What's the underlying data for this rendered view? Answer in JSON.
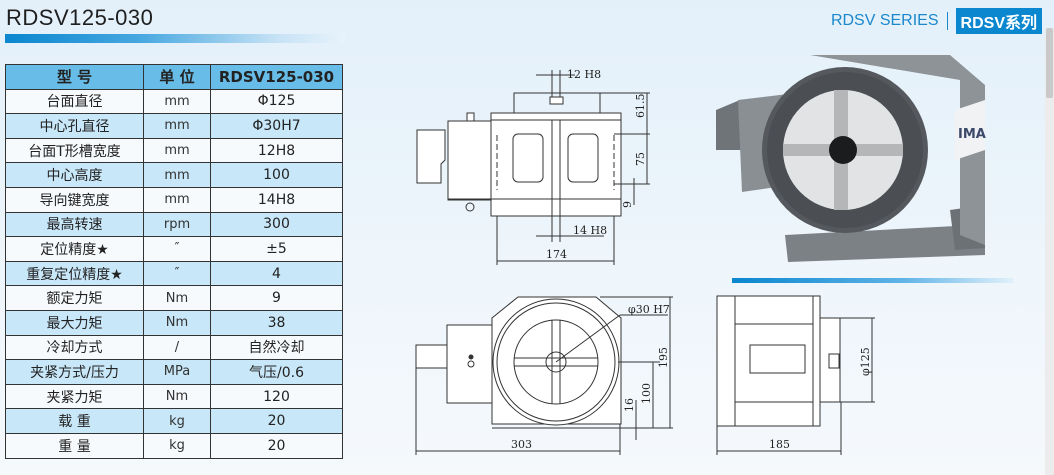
{
  "header": {
    "title": "RDSV125-030",
    "series_en": "RDSV SERIES",
    "series_cn": "RDSV系列"
  },
  "spec_table": {
    "headers": [
      "型 号",
      "单 位",
      "RDSV125-030"
    ],
    "rows": [
      {
        "name": "台面直径",
        "unit": "mm",
        "value": "Φ125"
      },
      {
        "name": "中心孔直径",
        "unit": "mm",
        "value": "Φ30H7"
      },
      {
        "name": "台面T形槽宽度",
        "unit": "mm",
        "value": "12H8"
      },
      {
        "name": "中心高度",
        "unit": "mm",
        "value": "100"
      },
      {
        "name": "导向键宽度",
        "unit": "mm",
        "value": "14H8"
      },
      {
        "name": "最高转速",
        "unit": "rpm",
        "value": "300"
      },
      {
        "name": "定位精度★",
        "unit": "″",
        "value": "±5"
      },
      {
        "name": "重复定位精度★",
        "unit": "″",
        "value": "4"
      },
      {
        "name": "额定力矩",
        "unit": "Nm",
        "value": "9"
      },
      {
        "name": "最大力矩",
        "unit": "Nm",
        "value": "38"
      },
      {
        "name": "冷却方式",
        "unit": "/",
        "value": "自然冷却"
      },
      {
        "name": "夹紧方式/压力",
        "unit": "MPa",
        "value": "气压/0.6"
      },
      {
        "name": "夹紧力矩",
        "unit": "Nm",
        "value": "120"
      },
      {
        "name": "载 重",
        "unit": "kg",
        "value": "20"
      },
      {
        "name": "重 量",
        "unit": "kg",
        "value": "20"
      }
    ]
  },
  "drawings": {
    "top_view": {
      "slot": "12 H8",
      "height_top": "61.5",
      "mid": "75",
      "bottom": "9",
      "key": "14 H8",
      "width": "174"
    },
    "front_view": {
      "bore": "φ30 H7",
      "height": "195",
      "center": "100",
      "base": "16",
      "width": "303"
    },
    "side_view": {
      "diameter": "φ125",
      "width": "185"
    }
  },
  "photo": {
    "logo": "IMA"
  }
}
